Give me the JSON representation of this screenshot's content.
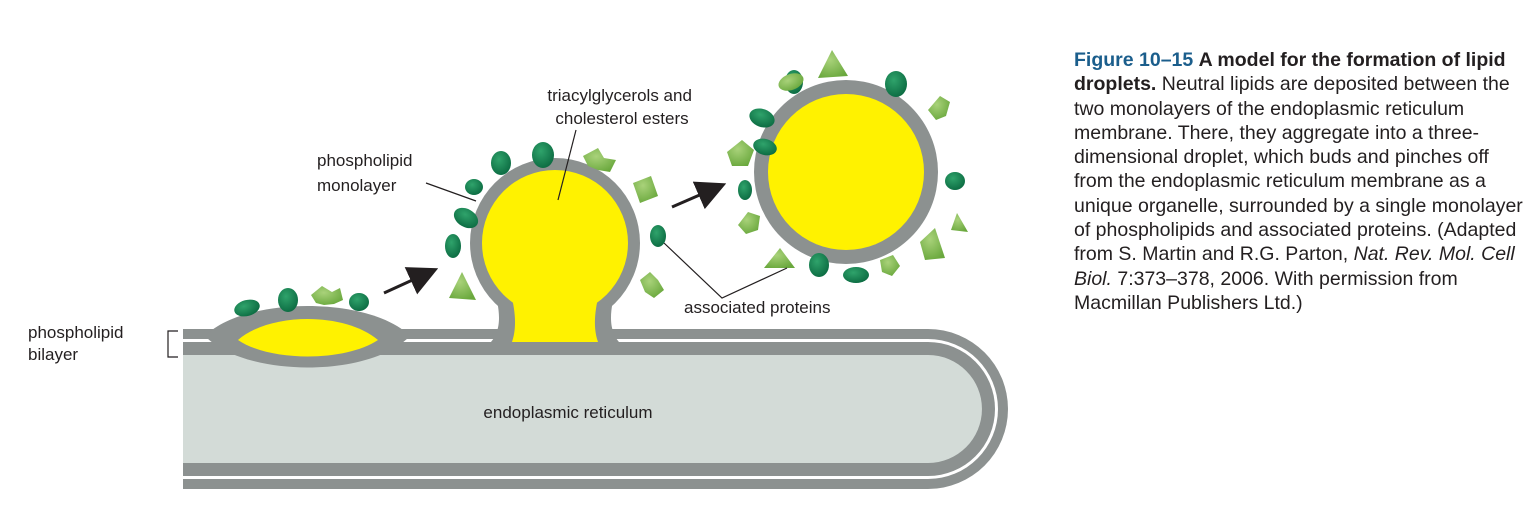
{
  "labels": {
    "phospholipid_bilayer": [
      "phospholipid",
      "bilayer"
    ],
    "phospholipid_monolayer": [
      "phospholipid",
      "monolayer"
    ],
    "triacylglycerols": [
      "triacylglycerols and",
      "cholesterol esters"
    ],
    "associated_proteins": "associated proteins",
    "endoplasmic_reticulum": "endoplasmic reticulum"
  },
  "caption": {
    "figure_number": "Figure 10–15",
    "title": "A model for the formation of lipid droplets.",
    "body": "Neutral lipids are deposited between the two monolayers of the endoplasmic reticulum membrane. There, they aggregate into a three-dimensional droplet, which buds and pinches off from the endoplasmic reticulum membrane as a unique organelle, surrounded by a single monolayer of phospholipids and associated proteins. (Adapted from S. Martin and R.G. Parton,",
    "journal": "Nat. Rev. Mol. Cell Biol.",
    "citation_tail": "7:373–378, 2006. With permission from Macmillan Publishers Ltd.)"
  },
  "colors": {
    "membrane": "#8c9190",
    "lumen": "#d3dbd7",
    "lipid": "#fff200",
    "protein_dark": "#0e7a4c",
    "protein_light": "#7dba4a"
  },
  "icons": [
    "arrow-icon",
    "dark-green-protein-icon",
    "light-green-protein-icon"
  ]
}
